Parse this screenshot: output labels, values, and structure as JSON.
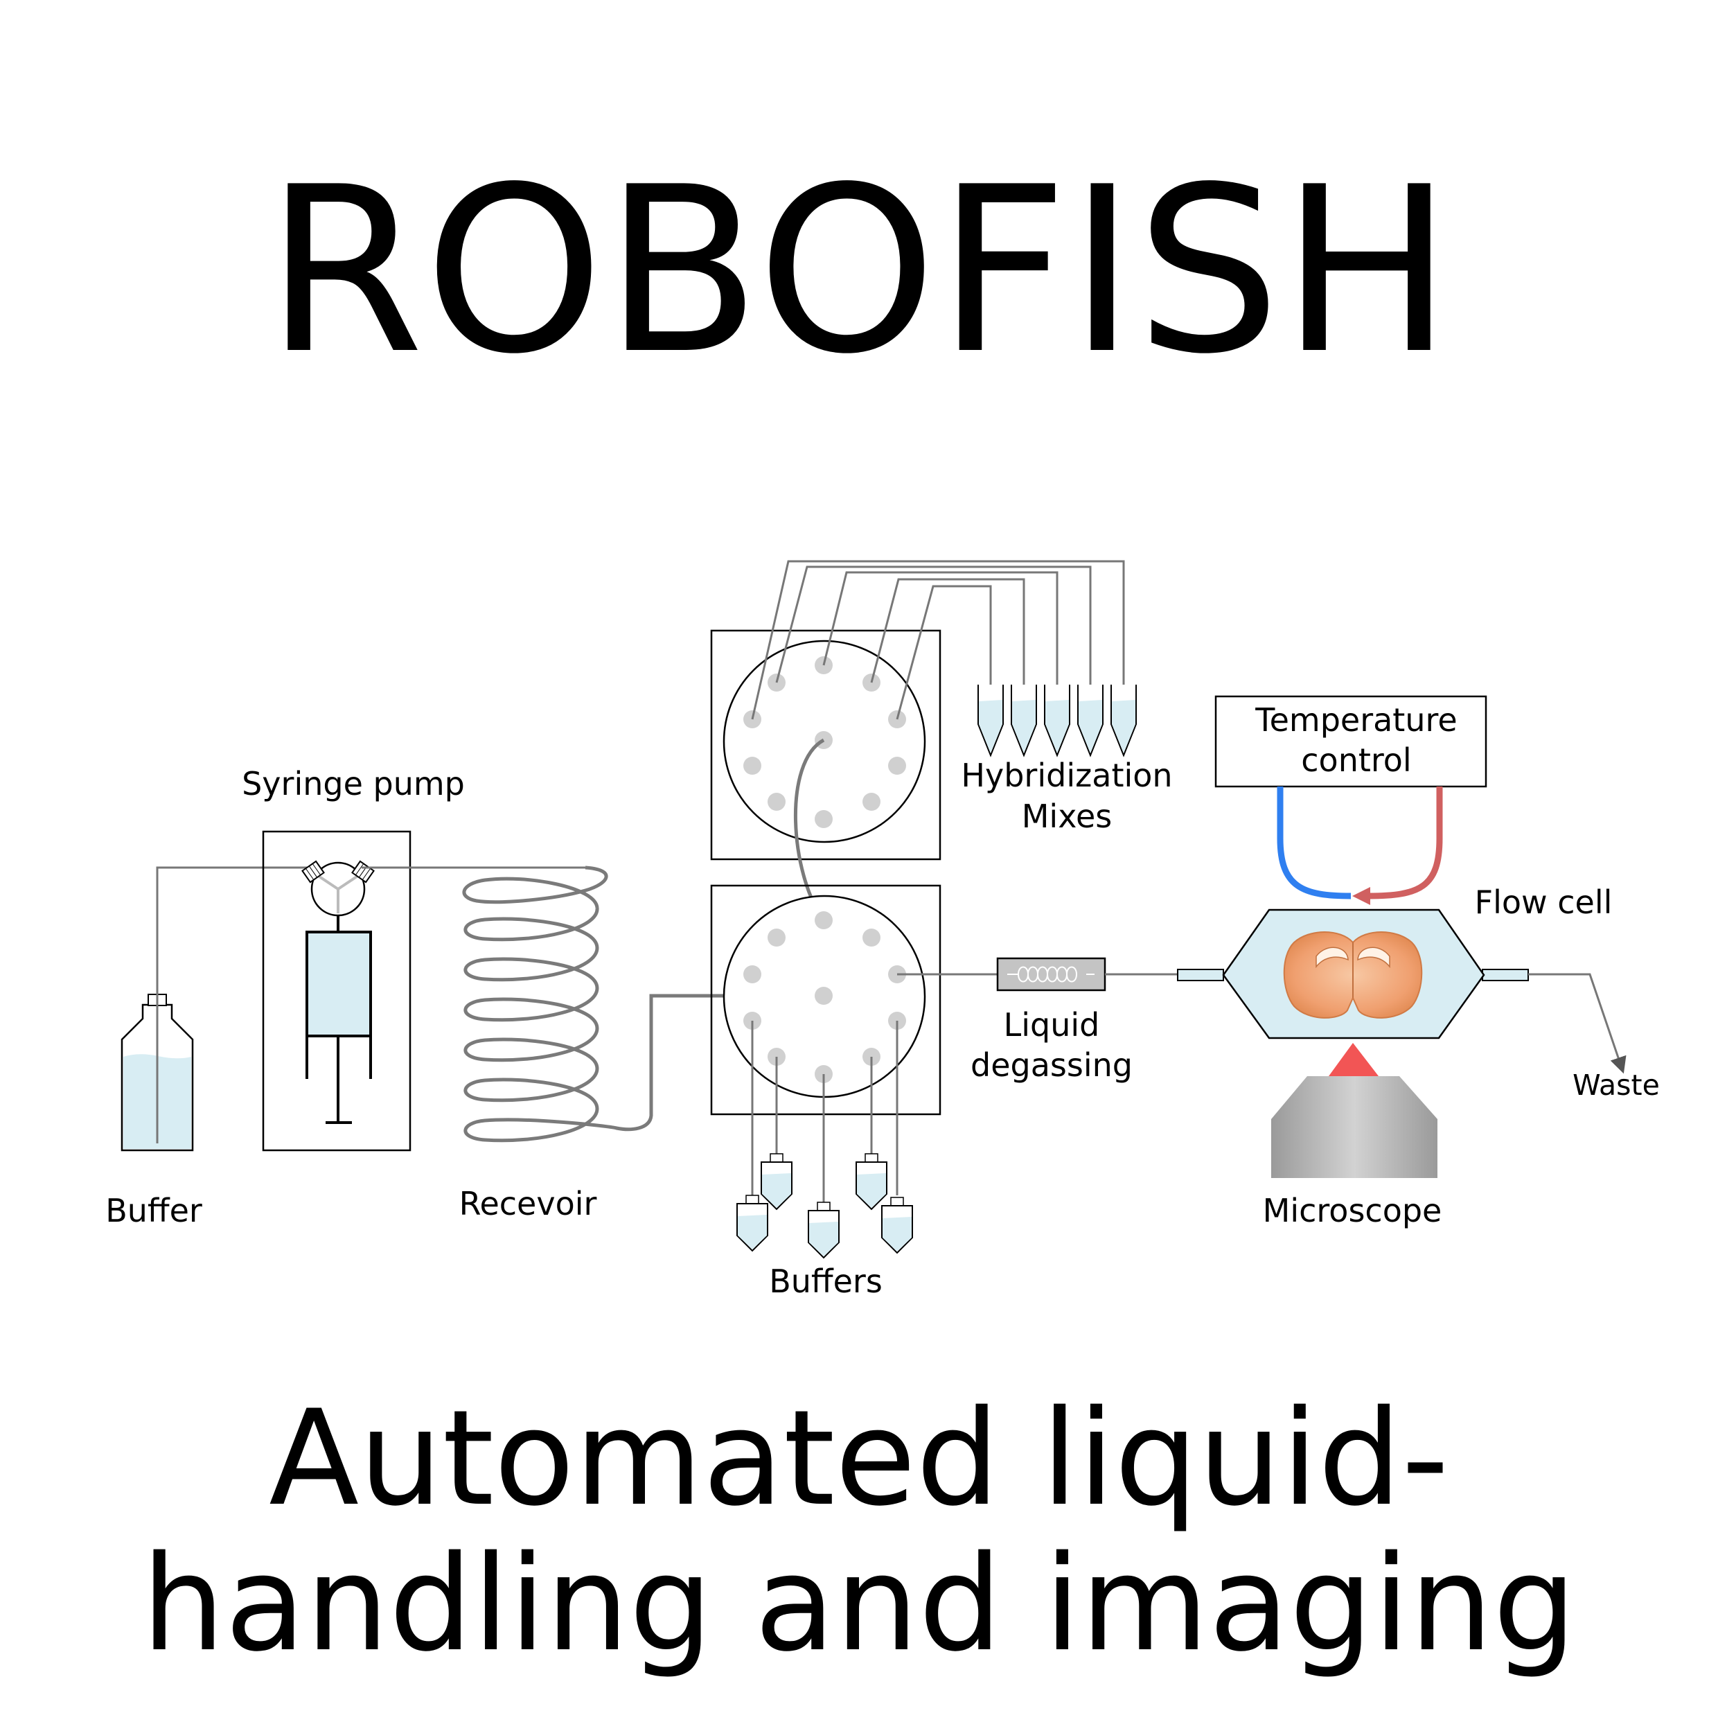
{
  "title": "ROBOFISH",
  "subtitle_line1": "Automated liquid-",
  "subtitle_line2": "handling and imaging",
  "labels": {
    "syringe_pump": "Syringe pump",
    "buffer": "Buffer",
    "reservoir": "Recevoir",
    "hybridization_line1": "Hybridization",
    "hybridization_line2": "Mixes",
    "temperature_line1": "Temperature",
    "temperature_line2": "control",
    "flow_cell": "Flow cell",
    "liquid_line1": "Liquid",
    "liquid_line2": "degassing",
    "waste": "Waste",
    "microscope": "Microscope",
    "buffers": "Buffers"
  },
  "colors": {
    "liquid": "#d8edf3",
    "tubing": "#777777",
    "cold_line": "#2f7ff0",
    "hot_line": "#d06060",
    "objective_light": "#f25555",
    "tissue": "#f2a578"
  }
}
